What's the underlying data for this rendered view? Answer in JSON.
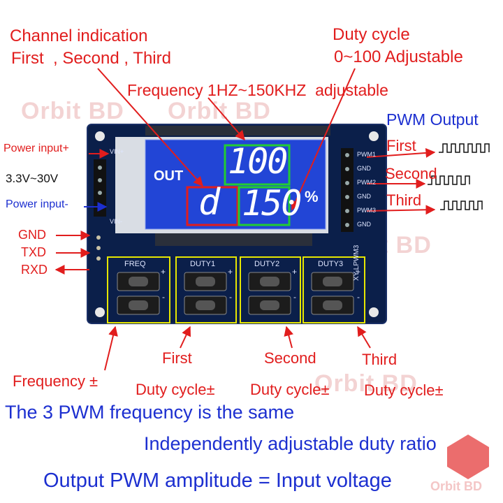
{
  "watermark": "Orbit BD",
  "brand": "Orbit BD",
  "colors": {
    "annotation": "#e11d1d",
    "caption": "#1c2fd0",
    "board": "#0b1f4a",
    "lcd": "#2245d6",
    "digit_box_green": "#22cc33",
    "digit_box_red": "#e11d1d",
    "button_frame": "#e6e600"
  },
  "callouts": {
    "channel_title": "Channel indication",
    "channel_list": "First  , Second , Third",
    "duty_title": "Duty cycle",
    "duty_range": "0~100 Adjustable",
    "frequency": "Frequency 1HZ~150KHZ  adjustable",
    "pwm_output": "PWM Output",
    "power_plus": "Power input+",
    "voltage": "3.3V~30V",
    "power_minus": "Power input-",
    "gnd": "GND",
    "txd": "TXD",
    "rxd": "RXD",
    "out_first": "First",
    "out_second": "Second",
    "out_third": "Third",
    "first": "First",
    "second": "Second",
    "third": "Third",
    "freq_pm": "Frequency ±",
    "duty1_pm": "Duty cycle±",
    "duty2_pm": "Duty cycle±",
    "duty3_pm": "Duty cycle±"
  },
  "board": {
    "lcd_out": "OUT",
    "lcd_top_value": "100",
    "lcd_mode": "d",
    "lcd_bottom_value": "150",
    "lcd_unit": "%",
    "model": "XY-LPWM3",
    "pin_vin_plus": "VIN+",
    "pin_vin_minus": "VIN-",
    "pins_right": [
      "PWM1",
      "GND",
      "PWM2",
      "GND",
      "PWM3",
      "GND"
    ],
    "buttons": [
      "FREQ",
      "DUTY1",
      "DUTY2",
      "DUTY3"
    ],
    "plus": "+",
    "minus": "-"
  },
  "captions": {
    "line1": "The 3 PWM frequency is the same",
    "line2": "Independently adjustable duty ratio",
    "line3": "Output PWM amplitude = Input voltage"
  }
}
